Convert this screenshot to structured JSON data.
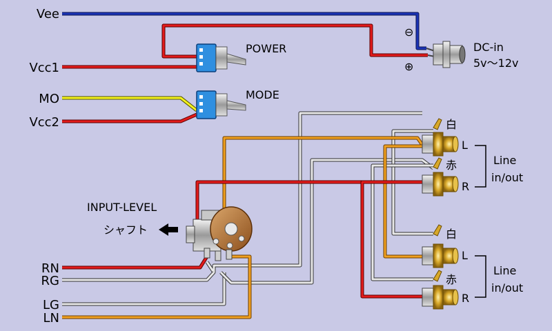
{
  "terminals": {
    "vee": "Vee",
    "vcc1": "Vcc1",
    "mo": "MO",
    "vcc2": "Vcc2",
    "rn": "RN",
    "rg": "RG",
    "lg": "LG",
    "ln": "LN"
  },
  "switches": {
    "power": "POWER",
    "mode": "MODE"
  },
  "dc_jack": {
    "line1": "DC-in",
    "line2": "5v～12v",
    "minus": "⊖",
    "plus": "⊕"
  },
  "pot": {
    "label": "INPUT-LEVEL",
    "shaft": "シャフト"
  },
  "jacks_top": {
    "white": "白",
    "red": "赤",
    "l": "L",
    "r": "R",
    "group1": "Line",
    "group2": "in/out"
  },
  "jacks_bottom": {
    "white": "白",
    "red": "赤",
    "l": "L",
    "r": "R",
    "group1": "Line",
    "group2": "in/out"
  },
  "colors": {
    "background": "#c9c9e6",
    "blue_wire": "#1b33b5",
    "red_wire": "#e31b1b",
    "yellow_wire": "#f4f21e",
    "orange_wire": "#f0a020",
    "gray_wire": "#e8e8e8",
    "switch_body": "#2f8fe0",
    "jack_gold": "#d8a82a",
    "pot_body": "#b06a2a"
  }
}
